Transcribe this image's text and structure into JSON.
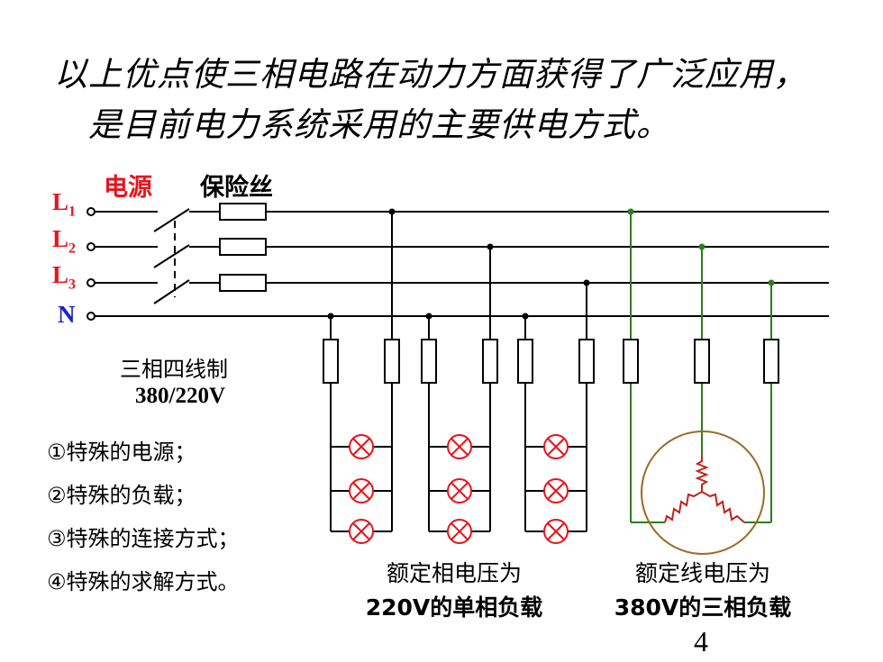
{
  "title": {
    "line1": "以上优点使三相电路在动力方面获得了广泛应用，",
    "line2": "是目前电力系统采用的主要供电方式。"
  },
  "labels": {
    "source": "电源",
    "fuse": "保险丝",
    "L1": "L",
    "L1_sub": "1",
    "L2": "L",
    "L2_sub": "2",
    "L3": "L",
    "L3_sub": "3",
    "N": "N",
    "system": "三相四线制",
    "voltage": "380/220V"
  },
  "features": [
    "①特殊的电源；",
    "②特殊的负载；",
    "③特殊的连接方式；",
    "④特殊的求解方式。"
  ],
  "captions": {
    "single_phase_line1": "额定相电压为",
    "single_phase_line2": "220V的单相负载",
    "three_phase_line1": "额定线电压为",
    "three_phase_line2": "380V的三相负载"
  },
  "page_number": "4",
  "colors": {
    "phase_label": "#e8141c",
    "neutral_label": "#1a22c8",
    "source_label": "#e8141c",
    "motor_wire": "#2e7d1e",
    "motor_circle": "#9a6a28",
    "lamp": "#e8141c",
    "line": "#000000"
  }
}
